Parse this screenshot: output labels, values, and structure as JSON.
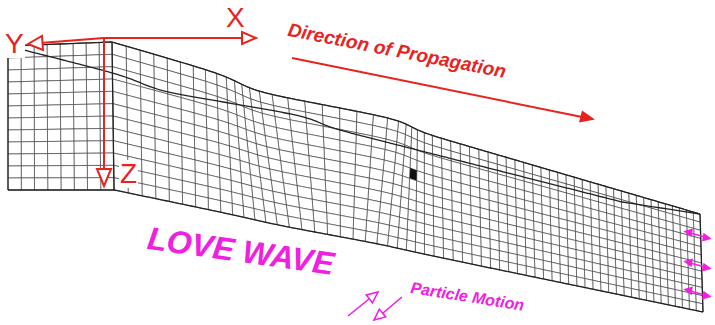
{
  "diagram": {
    "labels": [
      "X",
      "Y",
      "Z",
      "Direction of Propagation",
      "LOVE WAVE",
      "Particle Motion"
    ]
  }
}
